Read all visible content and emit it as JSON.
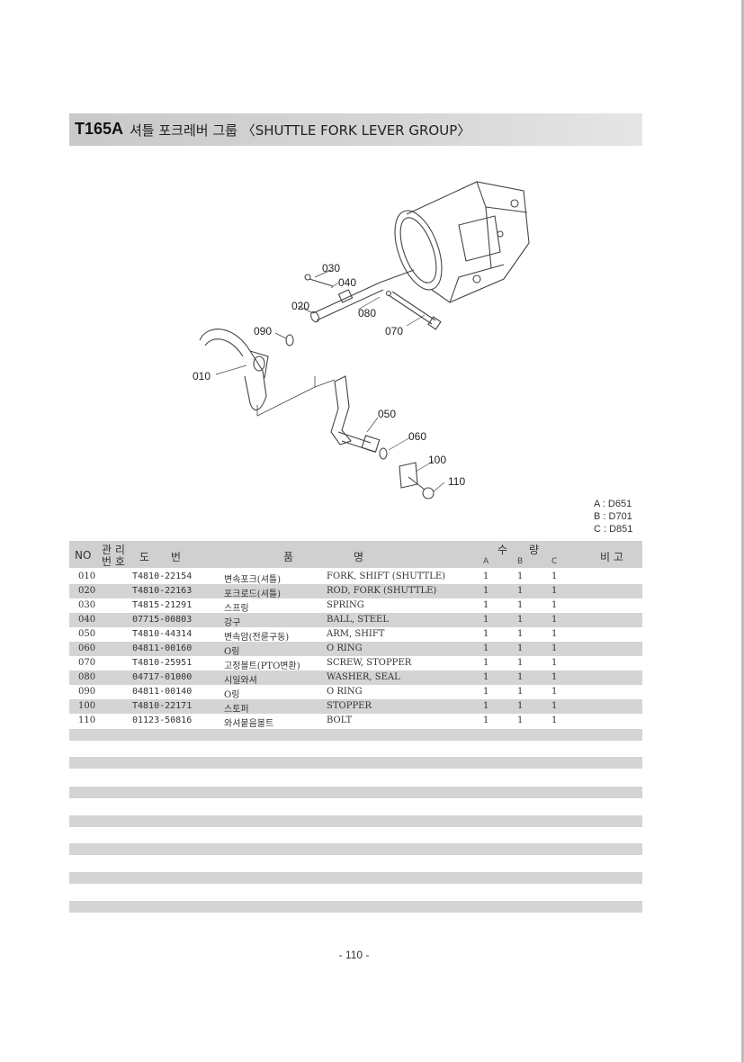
{
  "header": {
    "code": "T165A",
    "title": "셔틀 포크레버 그룹 〈SHUTTLE FORK LEVER GROUP〉"
  },
  "diagram": {
    "callouts": [
      "010",
      "020",
      "030",
      "040",
      "050",
      "060",
      "070",
      "080",
      "090",
      "100",
      "110"
    ]
  },
  "models": [
    "A : D651",
    "B : D701",
    "C : D851"
  ],
  "table": {
    "headers": {
      "no": "NO",
      "mgmt_top": "관 리",
      "mgmt_bottom": "번 호",
      "part_no": "도　　번",
      "name_a": "품",
      "name_b": "명",
      "qty": "수　　량",
      "qty_a": "A",
      "qty_b": "B",
      "qty_c": "C",
      "remarks": "비 고"
    },
    "rows": [
      {
        "no": "010",
        "part": "T4810-22154",
        "kor": "변속포크(셔틀)",
        "eng": "FORK, SHIFT (SHUTTLE)",
        "a": "1",
        "b": "1",
        "c": "1"
      },
      {
        "no": "020",
        "part": "T4810-22163",
        "kor": "포크로드(셔틀)",
        "eng": "ROD, FORK (SHUTTLE)",
        "a": "1",
        "b": "1",
        "c": "1"
      },
      {
        "no": "030",
        "part": "T4815-21291",
        "kor": "스프링",
        "eng": "SPRING",
        "a": "1",
        "b": "1",
        "c": "1"
      },
      {
        "no": "040",
        "part": "07715-00803",
        "kor": "강구",
        "eng": "BALL, STEEL",
        "a": "1",
        "b": "1",
        "c": "1"
      },
      {
        "no": "050",
        "part": "T4810-44314",
        "kor": "변속암(전륜구동)",
        "eng": "ARM, SHIFT",
        "a": "1",
        "b": "1",
        "c": "1"
      },
      {
        "no": "060",
        "part": "04811-00160",
        "kor": "O링",
        "eng": "O RING",
        "a": "1",
        "b": "1",
        "c": "1"
      },
      {
        "no": "070",
        "part": "T4810-25951",
        "kor": "고정볼트(PTO변환)",
        "eng": "SCREW, STOPPER",
        "a": "1",
        "b": "1",
        "c": "1"
      },
      {
        "no": "080",
        "part": "04717-01000",
        "kor": "시일와셔",
        "eng": "WASHER, SEAL",
        "a": "1",
        "b": "1",
        "c": "1"
      },
      {
        "no": "090",
        "part": "04811-00140",
        "kor": "O링",
        "eng": "O RING",
        "a": "1",
        "b": "1",
        "c": "1"
      },
      {
        "no": "100",
        "part": "T4810-22171",
        "kor": "스토퍼",
        "eng": "STOPPER",
        "a": "1",
        "b": "1",
        "c": "1"
      },
      {
        "no": "110",
        "part": "01123-50816",
        "kor": "와셔붙음볼트",
        "eng": "BOLT",
        "a": "1",
        "b": "1",
        "c": "1"
      }
    ]
  },
  "footer": {
    "page": "- 110 -"
  }
}
